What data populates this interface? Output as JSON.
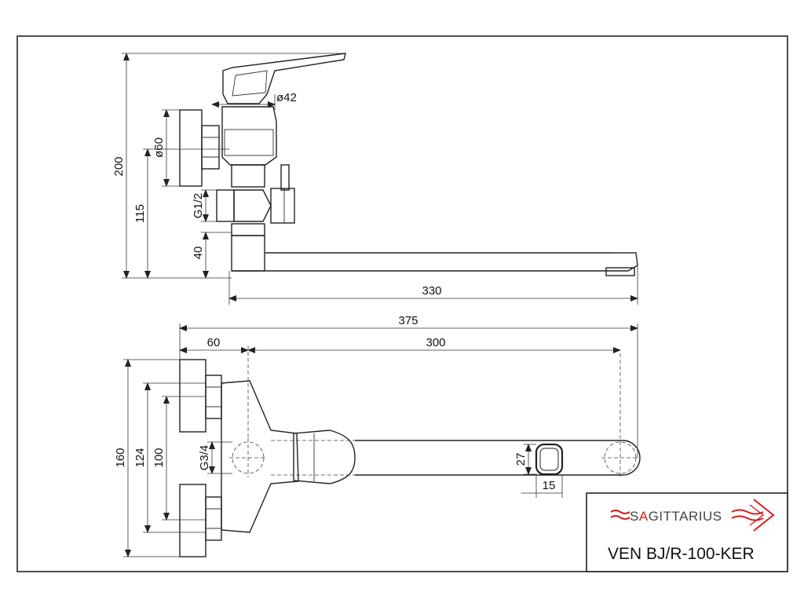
{
  "dimensions": {
    "top": {
      "height_total": "200",
      "height_inlet": "115",
      "height_spout": "40",
      "diam_cartridge": "ø42",
      "diam_flange": "ø60",
      "thread_inlet": "G1/2",
      "spout_reach": "330"
    },
    "bottom": {
      "overall_width": "375",
      "spout_length": "300",
      "inlet_offset": "60",
      "height_flange_outer": "160",
      "height_centres_max": "124",
      "height_centres_min": "100",
      "thread_outlet": "G3/4",
      "aerator_height": "27",
      "aerator_width": "15"
    }
  },
  "title_block": {
    "brand": "SAGITTARIUS",
    "brand_highlight_letter": "A",
    "model": "VEN BJ/R-100-KER"
  },
  "colors": {
    "line": "#222222",
    "brand_accent": "#d0201e",
    "brand_text": "#444444"
  },
  "icons": {
    "logo": "sagittarius-arrow-icon"
  }
}
